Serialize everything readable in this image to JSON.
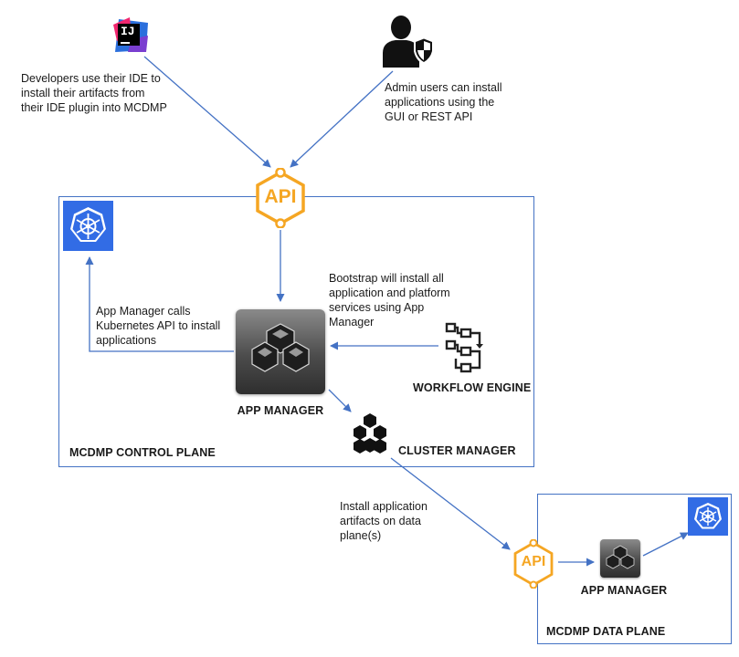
{
  "notes": {
    "developers": "Developers use their IDE to install their artifacts from their IDE plugin into MCDMP",
    "admin": "Admin users can install applications using the GUI or REST API",
    "bootstrap": "Bootstrap will install all application and platform services using App Manager",
    "app_manager_calls": "App Manager calls Kubernetes API to install applications",
    "install_artifacts": "Install application artifacts on data plane(s)"
  },
  "labels": {
    "api_main": "API",
    "api_small": "API",
    "ide_logo": "IJ",
    "app_manager": "APP MANAGER",
    "workflow_engine": "WORKFLOW ENGINE",
    "cluster_manager": "CLUSTER MANAGER",
    "control_plane": "MCDMP CONTROL PLANE",
    "app_manager_data": "APP MANAGER",
    "data_plane": "MCDMP DATA PLANE"
  },
  "colors": {
    "arrow": "#4472c4",
    "box_border": "#4472c4",
    "api_orange": "#f5a623",
    "kubernetes_blue": "#326ce5"
  },
  "icons": {
    "ide": "intellij-idea-icon",
    "admin": "admin-user-shield-icon",
    "kubernetes": "kubernetes-helm-icon",
    "app_manager": "app-manager-cube-icon",
    "workflow": "workflow-engine-icon",
    "cluster": "cluster-hexagons-icon"
  }
}
